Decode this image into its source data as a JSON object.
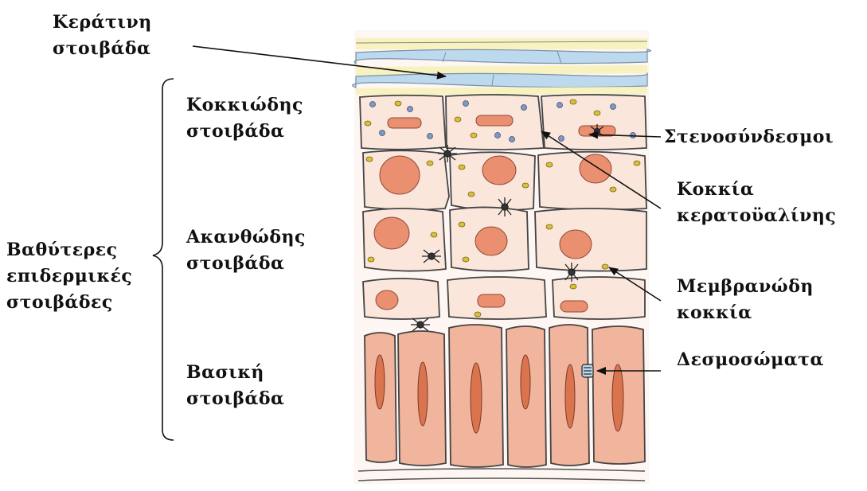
{
  "labels": {
    "stratum_corneum": {
      "line1": "Κεράτινη",
      "line2": "στοιβάδα"
    },
    "stratum_granulosum": {
      "line1": "Κοκκιώδης",
      "line2": "στοιβάδα"
    },
    "stratum_spinosum": {
      "line1": "Ακανθώδης",
      "line2": "στοιβάδα"
    },
    "stratum_basale": {
      "line1": "Βασική",
      "line2": "στοιβάδα"
    },
    "deeper_layers": {
      "line1": "Βαθύτερες",
      "line2": "επιδερμικές",
      "line3": "στοιβάδες"
    },
    "tight_junctions": {
      "line1": "Στενοσύνδεσμοι"
    },
    "keratohyalin_granules": {
      "line1": "Κοκκία",
      "line2": "κερατοϋαλίνης"
    },
    "lamellar_granules": {
      "line1": "Μεμβρανώδη",
      "line2": "κοκκία"
    },
    "desmosomes": {
      "line1": "Δεσμοσώματα"
    }
  },
  "colors": {
    "corneum_blue": "#bcd9ee",
    "corneum_yellow": "#f7f2bf",
    "cell_fill": "#fbe6dc",
    "nucleus": "#ea8f70",
    "basal_cell": "#f1b49c",
    "granule_yellow": "#d8c03a",
    "granule_blue": "#7f98c4",
    "outline": "#444444"
  }
}
